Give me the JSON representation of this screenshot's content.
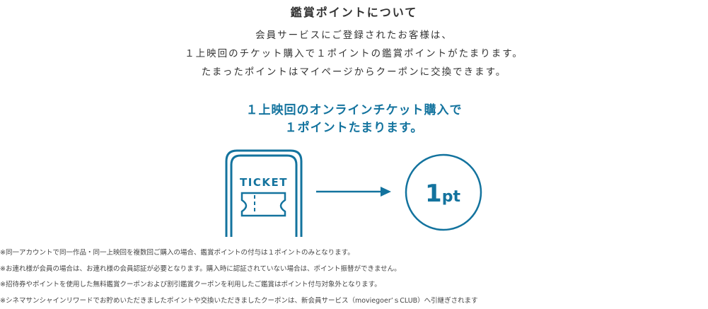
{
  "title": "鑑賞ポイントについて",
  "lead": [
    "会員サービスにご登録されたお客様は、",
    "１上映回のチケット購入で１ポイントの鑑賞ポイントがたまります。",
    "たまったポイントはマイページからクーポンに交換できます。"
  ],
  "highlight": [
    "１上映回のオンラインチケット購入で",
    "１ポイントたまります。"
  ],
  "diagram": {
    "ticket_label": "TICKET",
    "points_number": "1",
    "points_unit": "pt",
    "accent": "#13739e"
  },
  "notes": [
    "※同一アカウントで同一作品・同一上映回を複数回ご購入の場合、鑑賞ポイントの付与は１ポイントのみとなります。",
    "※お連れ様が会員の場合は、お連れ様の会員認証が必要となります。購入時に認証されていない場合は、ポイント振替ができません。",
    "※招待券やポイントを使用した無料鑑賞クーポンおよび割引鑑賞クーポンを利用したご鑑賞はポイント付与対象外となります。",
    "※シネマサンシャインリワードでお貯めいただきましたポイントや交換いただきましたクーポンは、新会員サービス（moviegoer’ｓCLUB）へ引継ぎされます"
  ]
}
